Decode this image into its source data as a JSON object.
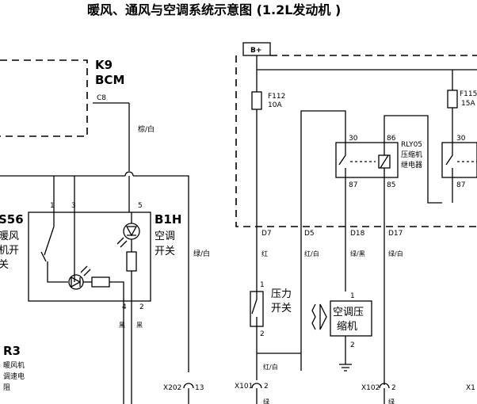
{
  "title": "暖风、通风与空调系统示意图 (1.2L发动机 )",
  "bcm": {
    "ref": "K9",
    "name": "BCM",
    "pin": "C8",
    "wire_color": "棕/白"
  },
  "switch_s56": {
    "ref": "S56",
    "lines": [
      "暖风",
      "机开",
      "关"
    ],
    "pins": [
      "1",
      "3",
      "4",
      "2",
      "5"
    ]
  },
  "b1h": {
    "ref": "B1H",
    "lines": [
      "空调",
      "开关"
    ],
    "wire_color": "绿/白",
    "pin_wire_colors": [
      "黑",
      "黑"
    ]
  },
  "r3": {
    "ref": "R3",
    "lines": [
      "暖风机",
      "调速电",
      "阻"
    ]
  },
  "battery": {
    "label": "B+"
  },
  "fuses": [
    {
      "name": "F112",
      "rating": "10A"
    },
    {
      "name": "F115",
      "rating": "15A"
    }
  ],
  "relay": {
    "ref": "RLY05",
    "lines": [
      "压缩机",
      "继电器"
    ],
    "pins": [
      "30",
      "86",
      "87",
      "85"
    ]
  },
  "relay2_pins": [
    "30",
    "87"
  ],
  "pressure_switch": {
    "lines": [
      "压力",
      "开关"
    ],
    "pins": [
      "1",
      "2"
    ]
  },
  "compressor": {
    "lines": [
      "空调压",
      "缩机"
    ],
    "pins": [
      "1",
      "2"
    ]
  },
  "circuits": [
    "D7",
    "D5",
    "D18",
    "D17"
  ],
  "wire_colors": [
    "红",
    "红/白",
    "绿/黑",
    "绿/白"
  ],
  "wire_color_lower": "红/白",
  "connectors": [
    {
      "name": "X202",
      "pin": "13"
    },
    {
      "name": "X101",
      "pin": "2"
    },
    {
      "name": "X102",
      "pin": "2"
    },
    {
      "name": "X1",
      "pin": ""
    }
  ],
  "bottom_wire_colors": [
    "绿",
    "绿"
  ]
}
